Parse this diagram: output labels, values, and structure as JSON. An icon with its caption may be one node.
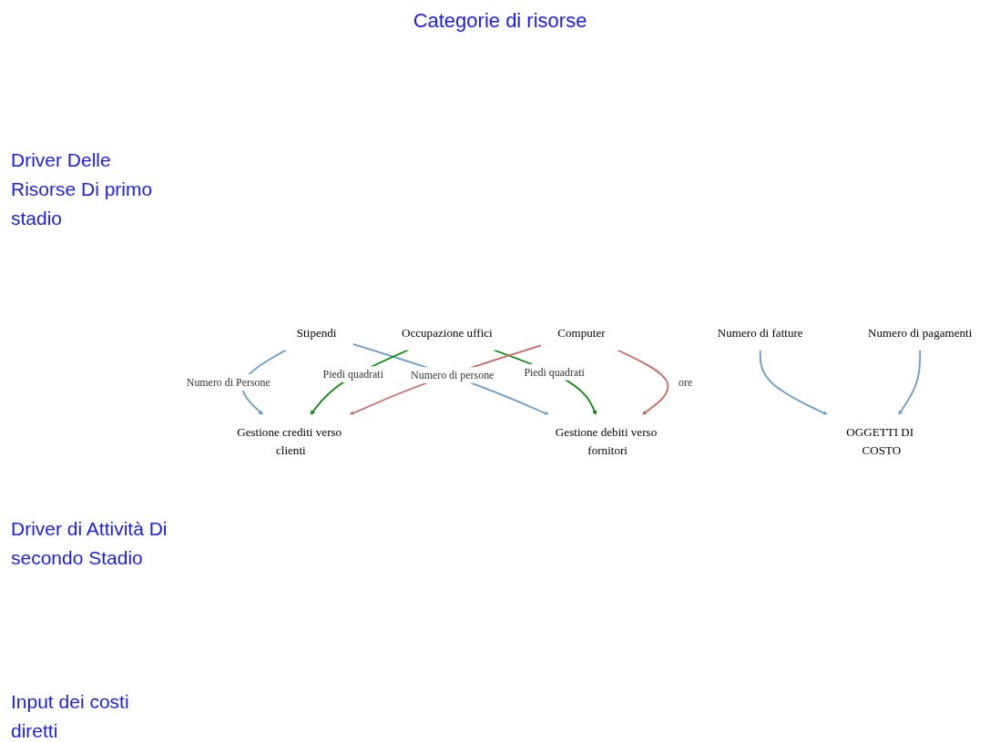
{
  "diagram": {
    "title": "Categorie di risorse",
    "nodes": [
      {
        "text": [
          "Stipendi"
        ]
      },
      {
        "text": [
          "Occupazione uffici"
        ]
      },
      {
        "text": [
          "Computer"
        ]
      },
      {
        "text": [
          "Gestione crediti verso clienti"
        ]
      },
      {
        "text": [
          "Gestione debiti verso fornitori"
        ]
      },
      {
        "text": [
          "Numero di fatture"
        ]
      },
      {
        "text": [
          "Numero di pagamenti"
        ]
      },
      {
        "text": [
          "OGGETTI DI COSTO"
        ]
      }
    ],
    "edges": [
      {
        "from": 0,
        "to": 3,
        "arrow": "to",
        "label": "Numero di Persone"
      },
      {
        "from": 0,
        "to": 4,
        "arrow": "to",
        "label": "Numero di persone"
      },
      {
        "from": 1,
        "to": 3,
        "arrow": "to",
        "label": "Piedi quadrati",
        "color": "#008a00"
      },
      {
        "from": 1,
        "to": 4,
        "arrow": "to",
        "label": "Piedi quadrati",
        "color": "#008a00"
      },
      {
        "from": 2,
        "to": 3,
        "arrow": "to",
        "color": "#cc6666"
      },
      {
        "from": 2,
        "to": 4,
        "arrow": "to",
        "label": "ore",
        "color": "#cc6666"
      },
      {
        "from": 5,
        "to": 7,
        "arrow": "to"
      },
      {
        "from": 6,
        "to": 7,
        "arrow": "to"
      }
    ],
    "labels": [
      "Driver Delle Risorse Di primo stadio",
      "Driver di Attività Di secondo Stadio",
      "Input dei costi diretti"
    ]
  }
}
